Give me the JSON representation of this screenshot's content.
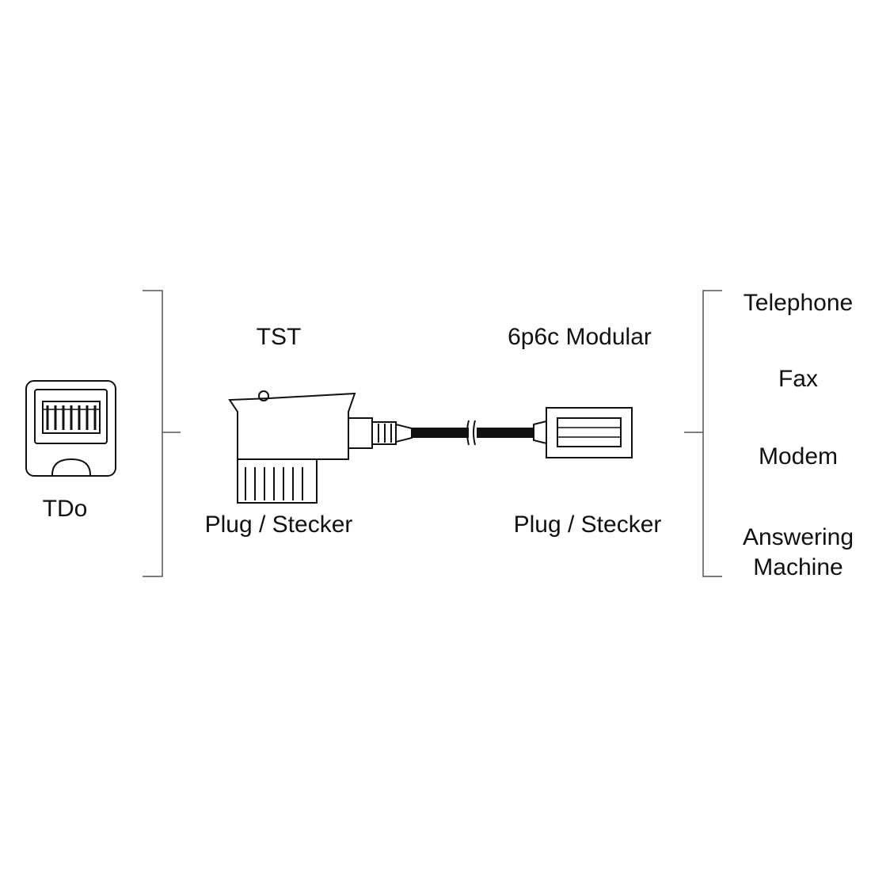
{
  "labels": {
    "socket": "TDo",
    "left_plug_type": "TST",
    "left_plug_caption": "Plug / Stecker",
    "right_plug_type": "6p6c Modular",
    "right_plug_caption": "Plug / Stecker"
  },
  "devices": [
    "Telephone",
    "Fax",
    "Modem",
    "Answering",
    "Machine"
  ],
  "colors": {
    "line": "#111111",
    "bracket": "#555555",
    "background": "#ffffff"
  }
}
